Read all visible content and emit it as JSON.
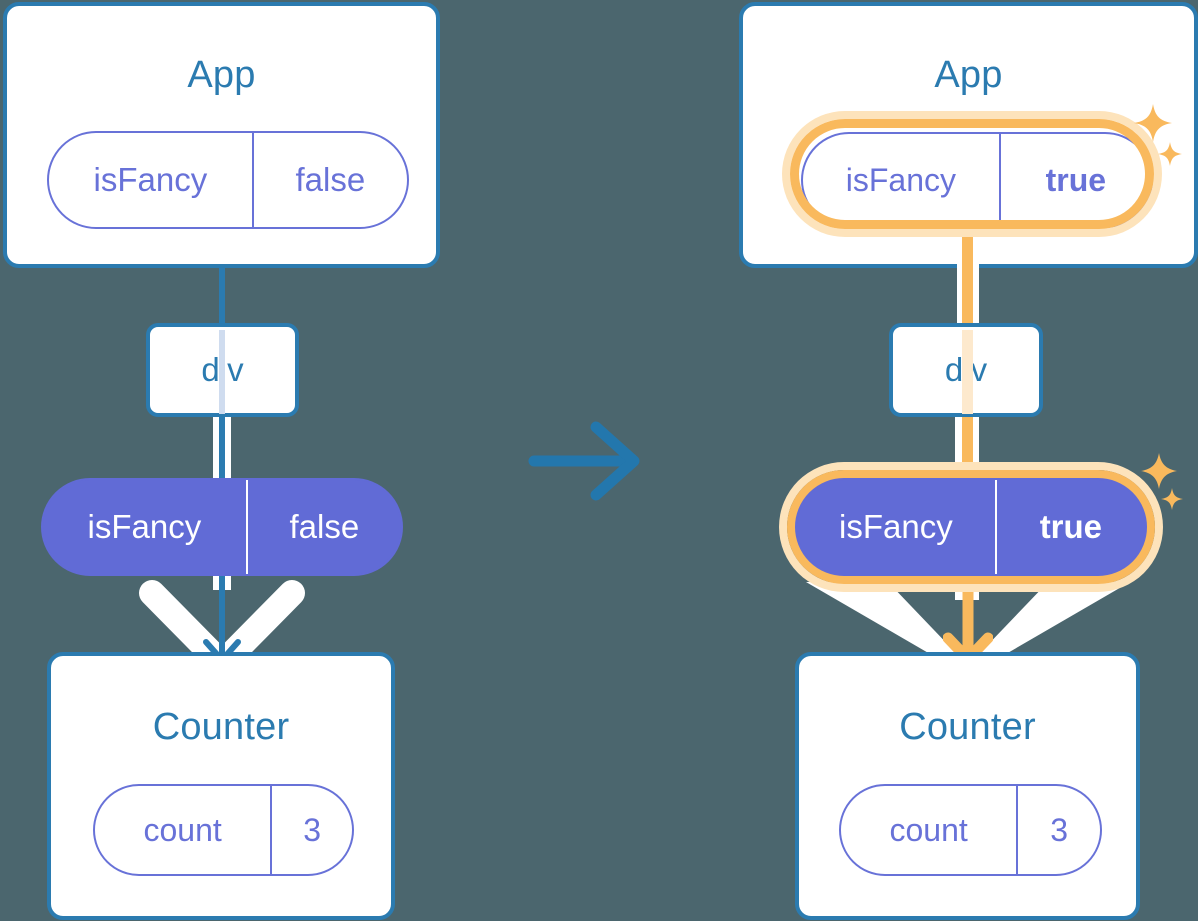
{
  "diagram": {
    "title_semantics": "react-state-propagation-before-after",
    "background_color": "#4b666e",
    "accent_blue": "#2b7bb0",
    "accent_purple": "#616bd6",
    "accent_orange": "#f9b95d",
    "accent_orange_pale": "#fde3bb"
  },
  "before": {
    "app": {
      "title": "App",
      "state_pill": {
        "key": "isFancy",
        "value": "false",
        "style": "outline"
      }
    },
    "div": {
      "label": "div"
    },
    "prop_pill": {
      "key": "isFancy",
      "value": "false",
      "style": "filled"
    },
    "counter": {
      "title": "Counter",
      "state_pill": {
        "key": "count",
        "value": "3",
        "style": "outline"
      }
    }
  },
  "transition": {
    "icon": "arrow-right-icon"
  },
  "after": {
    "app": {
      "title": "App",
      "state_pill": {
        "key": "isFancy",
        "value": "true",
        "style": "outline",
        "highlighted": true
      }
    },
    "div": {
      "label": "div"
    },
    "prop_pill": {
      "key": "isFancy",
      "value": "true",
      "style": "filled",
      "highlighted": true
    },
    "counter": {
      "title": "Counter",
      "state_pill": {
        "key": "count",
        "value": "3",
        "style": "outline"
      }
    },
    "sparkles": [
      "sparkle-icon",
      "sparkle-icon",
      "sparkle-icon",
      "sparkle-icon"
    ]
  }
}
